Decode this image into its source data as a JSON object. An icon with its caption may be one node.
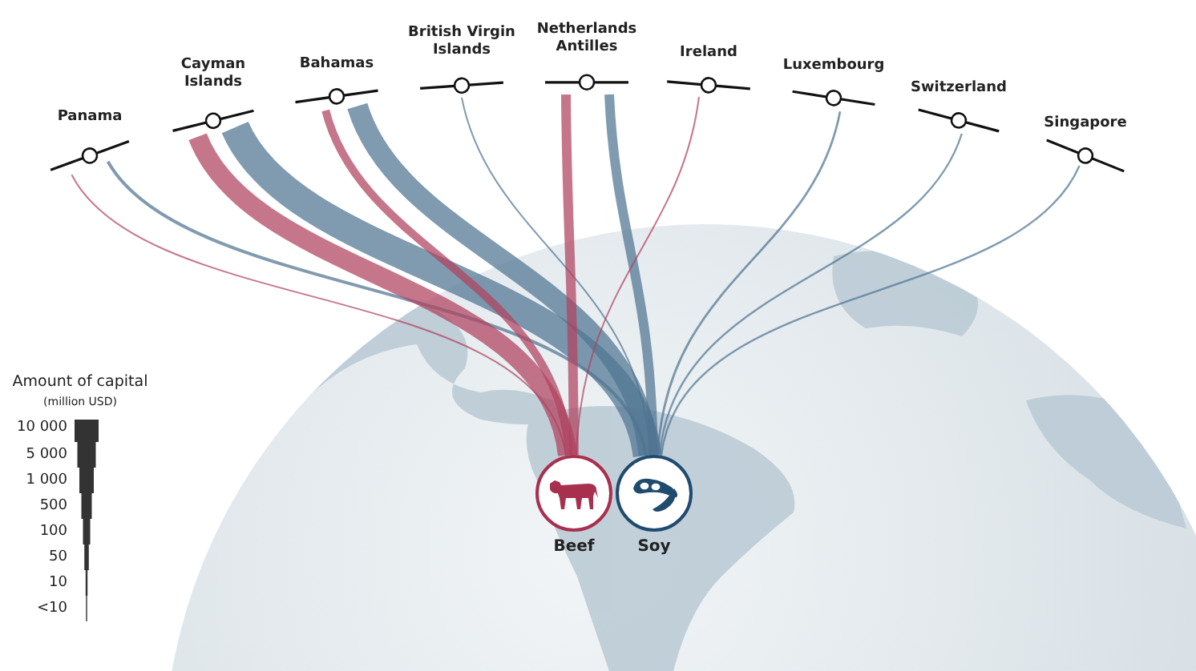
{
  "diagram": {
    "nodes": [
      {
        "text": [
          "Panama"
        ]
      },
      {
        "text": [
          "Cayman Islands"
        ]
      },
      {
        "text": [
          "Bahamas"
        ]
      },
      {
        "text": [
          "British Virgin Islands"
        ]
      },
      {
        "text": [
          "Netherlands Antilles"
        ]
      },
      {
        "text": [
          "Ireland"
        ]
      },
      {
        "text": [
          "Luxembourg"
        ]
      },
      {
        "text": [
          "Switzerland"
        ]
      },
      {
        "text": [
          "Singapore"
        ]
      },
      {
        "text": [
          "Beef"
        ]
      },
      {
        "text": [
          "Soy"
        ]
      }
    ],
    "edges": [
      {
        "from": 0,
        "to": 9,
        "arrow": "none",
        "color": "#b0415e"
      },
      {
        "from": 0,
        "to": 10,
        "arrow": "none"
      },
      {
        "from": 1,
        "to": 9,
        "arrow": "none",
        "style": "thick",
        "color": "#b0415e"
      },
      {
        "from": 1,
        "to": 10,
        "arrow": "none",
        "style": "thick"
      },
      {
        "from": 2,
        "to": 9,
        "arrow": "none",
        "style": "thick",
        "color": "#b0415e"
      },
      {
        "from": 2,
        "to": 10,
        "arrow": "none",
        "style": "thick"
      },
      {
        "from": 3,
        "to": 10,
        "arrow": "none"
      },
      {
        "from": 4,
        "to": 9,
        "arrow": "none",
        "style": "thick",
        "color": "#b0415e"
      },
      {
        "from": 4,
        "to": 10,
        "arrow": "none",
        "style": "thick"
      },
      {
        "from": 5,
        "to": 9,
        "arrow": "none",
        "color": "#b0415e"
      },
      {
        "from": 6,
        "to": 10,
        "arrow": "none"
      },
      {
        "from": 7,
        "to": 10,
        "arrow": "none"
      },
      {
        "from": 8,
        "to": 10,
        "arrow": "none"
      }
    ],
    "labels": [
      "Amount of capital",
      "(million USD)",
      "10 000",
      "5 000",
      "1 000",
      "500",
      "100",
      "50",
      "10",
      "<10"
    ]
  }
}
